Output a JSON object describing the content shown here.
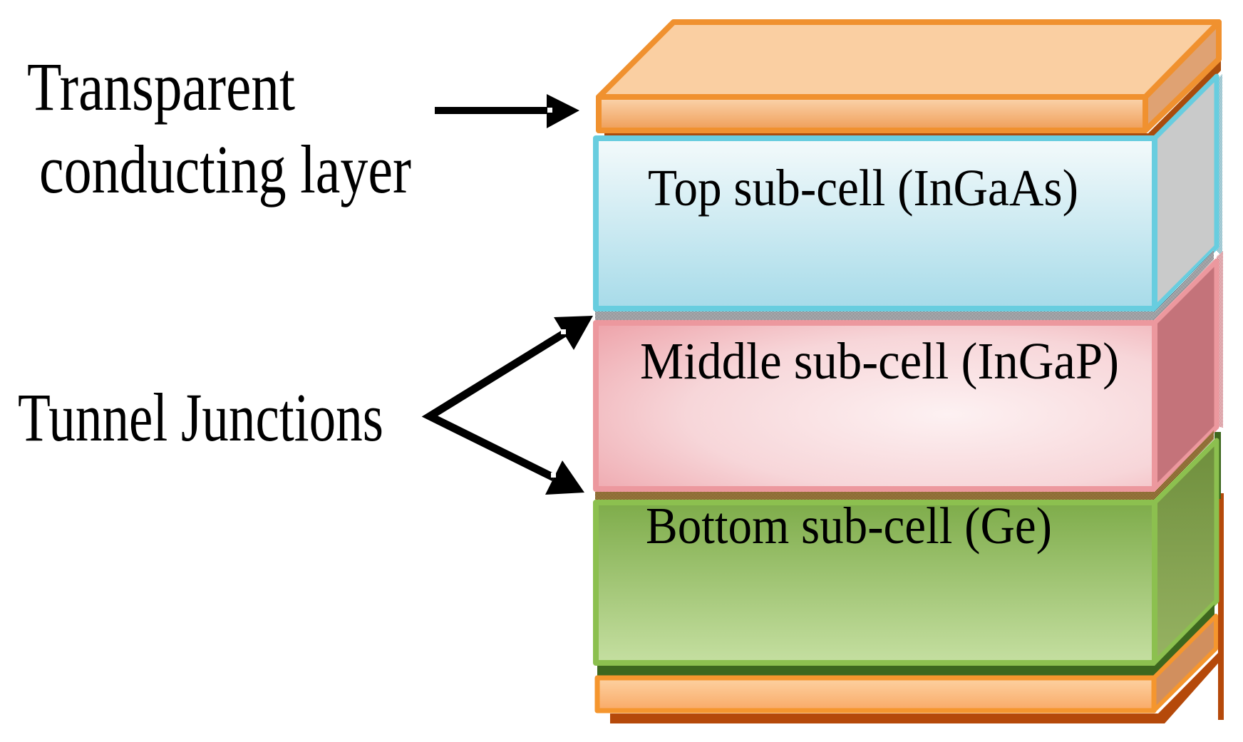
{
  "figure": {
    "kind": "layer-stack-diagram",
    "background": "#ffffff"
  },
  "annotations": {
    "transparent_conducting_layer": {
      "line1": "Transparent",
      "line2": "conducting layer"
    },
    "tunnel_junctions_label": "Tunnel Junctions"
  },
  "stack": {
    "layers": [
      {
        "id": "transparent-conducting-layer",
        "label": "",
        "fill_top": "#FBD5AE",
        "fill_bottom": "#EF9D56",
        "border": "#F0912F",
        "shadow": "#A94C0D"
      },
      {
        "id": "top-subcell",
        "label": "Top sub-cell (InGaAs)",
        "fill_top": "#F4FAFB",
        "fill_bottom": "#A7DBE9",
        "border": "#68CDDF",
        "side": "#C9CACA"
      },
      {
        "id": "tunnel-junction-1",
        "label": "",
        "pattern": "gray-dither",
        "color": "#43474F"
      },
      {
        "id": "middle-subcell",
        "label": "Middle sub-cell (InGaP)",
        "fill_center": "#FDF1F2",
        "fill_edge": "#EDA0A7",
        "border": "#EC989E",
        "side": "#C4737A"
      },
      {
        "id": "tunnel-junction-2",
        "label": "",
        "pattern": "brown-dither",
        "color": "#6B4A1E"
      },
      {
        "id": "bottom-subcell",
        "label": "Bottom sub-cell (Ge)",
        "fill_top": "#7EAC4A",
        "fill_bottom": "#C5DFA1",
        "border": "#8CC04F",
        "shadow": "#3D671E"
      },
      {
        "id": "bottom-contact-layer",
        "label": "",
        "fill_top": "#FCCC9A",
        "fill_bottom": "#F9A966",
        "border": "#F5962E",
        "shadow": "#B5490A"
      }
    ]
  },
  "arrows": {
    "color": "#000000",
    "transparent_layer_arrow": "points right at transparent conducting layer",
    "tunnel_junction_arrows": "forked arrows pointing at both tunnel junctions"
  }
}
